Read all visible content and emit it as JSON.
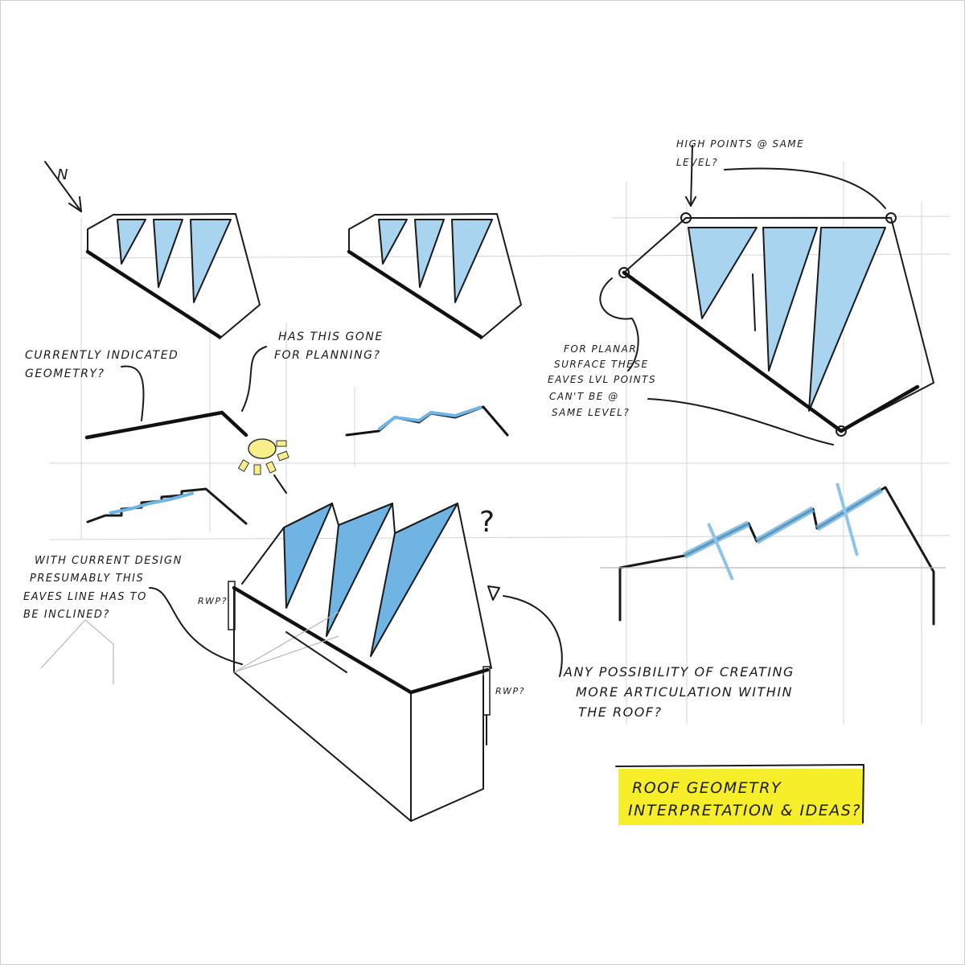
{
  "north_label": "N",
  "notes": {
    "current_geometry": [
      "CURRENTLY INDICATED",
      "GEOMETRY?"
    ],
    "planning": [
      "HAS THIS GONE",
      "FOR PLANNING?"
    ],
    "high_points": [
      "HIGH POINTS @ SAME",
      "LEVEL?"
    ],
    "planar": [
      "FOR PLANAR",
      "SURFACE THESE",
      "EAVES LVL POINTS",
      "CAN'T BE @",
      "SAME LEVEL?"
    ],
    "eaves_line": [
      "WITH CURRENT DESIGN",
      "PRESUMABLY THIS",
      "EAVES LINE HAS TO",
      "BE INCLINED?"
    ],
    "rwp_left": "RWP?",
    "rwp_right": "RWP?",
    "question": "?",
    "articulation": [
      "ANY POSSIBILITY OF CREATING",
      "MORE ARTICULATION WITHIN",
      "THE ROOF?"
    ]
  },
  "title_box": {
    "lines": [
      "ROOF GEOMETRY",
      "INTERPRETATION & IDEAS?"
    ],
    "highlight_color": "#f7ee2a"
  },
  "colors": {
    "glass": "#a8d4f0",
    "sun": "#f9ef8a"
  }
}
